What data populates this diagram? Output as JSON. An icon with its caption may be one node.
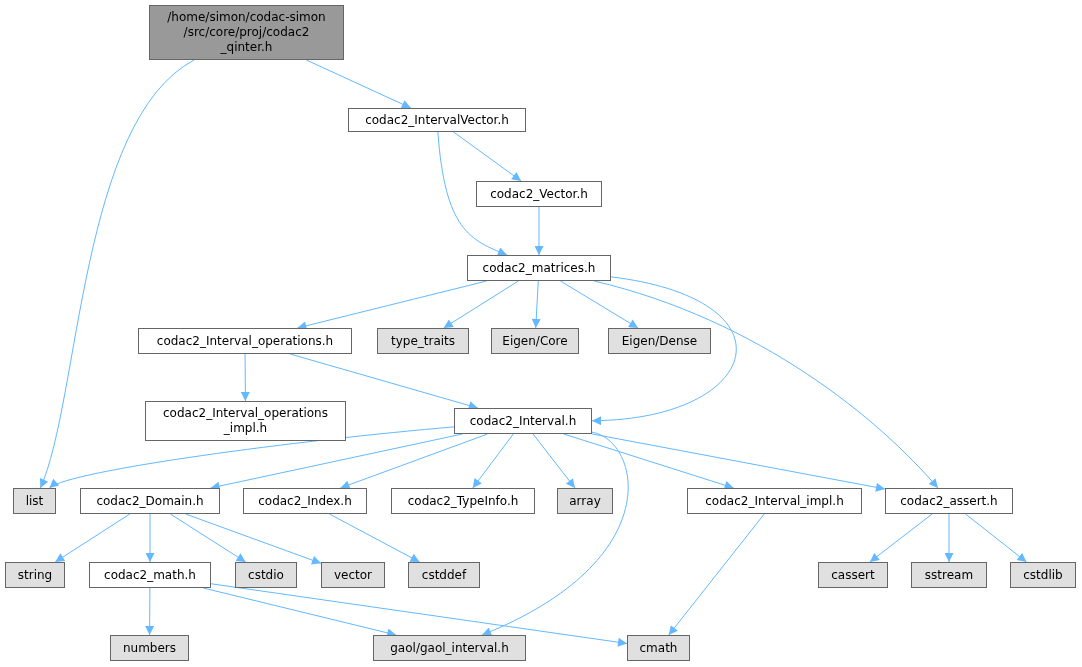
{
  "diagram": {
    "nodes": [
      {
        "text": [
          "/home/simon/codac-simon /src/core/proj/codac2 _qinter.h"
        ]
      },
      {
        "text": [
          "codac2_IntervalVector.h"
        ]
      },
      {
        "text": [
          "codac2_Vector.h"
        ]
      },
      {
        "text": [
          "codac2_matrices.h"
        ]
      },
      {
        "text": [
          "codac2_Interval_operations.h"
        ]
      },
      {
        "text": [
          "type_traits"
        ]
      },
      {
        "text": [
          "Eigen/Core"
        ]
      },
      {
        "text": [
          "Eigen/Dense"
        ]
      },
      {
        "text": [
          "codac2_Interval_operations _impl.h"
        ]
      },
      {
        "text": [
          "codac2_Interval.h"
        ]
      },
      {
        "text": [
          "list"
        ]
      },
      {
        "text": [
          "codac2_Domain.h"
        ]
      },
      {
        "text": [
          "codac2_Index.h"
        ]
      },
      {
        "text": [
          "codac2_TypeInfo.h"
        ]
      },
      {
        "text": [
          "array"
        ]
      },
      {
        "text": [
          "codac2_Interval_impl.h"
        ]
      },
      {
        "text": [
          "codac2_assert.h"
        ]
      },
      {
        "text": [
          "string"
        ]
      },
      {
        "text": [
          "codac2_math.h"
        ]
      },
      {
        "text": [
          "cstdio"
        ]
      },
      {
        "text": [
          "vector"
        ]
      },
      {
        "text": [
          "cstddef"
        ]
      },
      {
        "text": [
          "cassert"
        ]
      },
      {
        "text": [
          "sstream"
        ]
      },
      {
        "text": [
          "cstdlib"
        ]
      },
      {
        "text": [
          "numbers"
        ]
      },
      {
        "text": [
          "gaol/gaol_interval.h"
        ]
      },
      {
        "text": [
          "cmath"
        ]
      }
    ],
    "edges": [
      {
        "from": 0,
        "to": 10,
        "arrow": "to"
      },
      {
        "from": 0,
        "to": 1,
        "arrow": "to"
      },
      {
        "from": 1,
        "to": 3,
        "arrow": "to"
      },
      {
        "from": 1,
        "to": 2,
        "arrow": "to"
      },
      {
        "from": 2,
        "to": 3,
        "arrow": "to"
      },
      {
        "from": 3,
        "to": 4,
        "arrow": "to"
      },
      {
        "from": 3,
        "to": 5,
        "arrow": "to"
      },
      {
        "from": 3,
        "to": 6,
        "arrow": "to"
      },
      {
        "from": 3,
        "to": 7,
        "arrow": "to"
      },
      {
        "from": 3,
        "to": 9,
        "arrow": "to"
      },
      {
        "from": 3,
        "to": 16,
        "arrow": "to"
      },
      {
        "from": 4,
        "to": 8,
        "arrow": "to"
      },
      {
        "from": 4,
        "to": 9,
        "arrow": "to"
      },
      {
        "from": 9,
        "to": 10,
        "arrow": "to"
      },
      {
        "from": 9,
        "to": 11,
        "arrow": "to"
      },
      {
        "from": 9,
        "to": 12,
        "arrow": "to"
      },
      {
        "from": 9,
        "to": 13,
        "arrow": "to"
      },
      {
        "from": 9,
        "to": 14,
        "arrow": "to"
      },
      {
        "from": 9,
        "to": 26,
        "arrow": "to"
      },
      {
        "from": 9,
        "to": 15,
        "arrow": "to"
      },
      {
        "from": 9,
        "to": 16,
        "arrow": "to"
      },
      {
        "from": 11,
        "to": 17,
        "arrow": "to"
      },
      {
        "from": 11,
        "to": 18,
        "arrow": "to"
      },
      {
        "from": 11,
        "to": 19,
        "arrow": "to"
      },
      {
        "from": 11,
        "to": 20,
        "arrow": "to"
      },
      {
        "from": 12,
        "to": 21,
        "arrow": "to"
      },
      {
        "from": 15,
        "to": 27,
        "arrow": "to"
      },
      {
        "from": 16,
        "to": 22,
        "arrow": "to"
      },
      {
        "from": 16,
        "to": 23,
        "arrow": "to"
      },
      {
        "from": 16,
        "to": 24,
        "arrow": "to"
      },
      {
        "from": 18,
        "to": 25,
        "arrow": "to"
      },
      {
        "from": 18,
        "to": 26,
        "arrow": "to"
      },
      {
        "from": 18,
        "to": 27,
        "arrow": "to"
      }
    ]
  }
}
